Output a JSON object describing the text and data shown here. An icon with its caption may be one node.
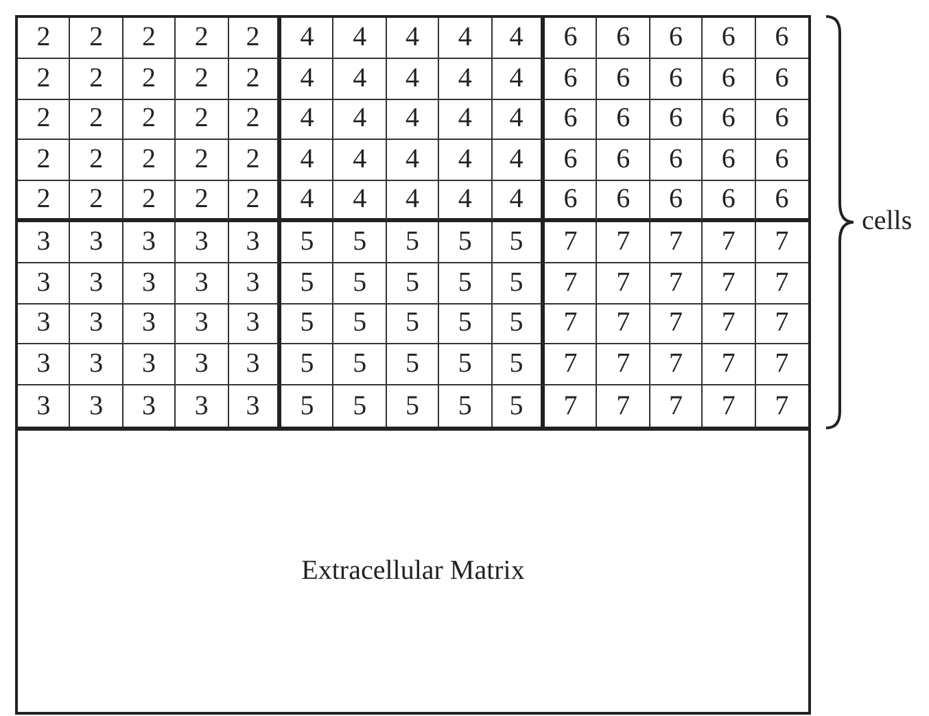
{
  "diagram": {
    "nodes": [
      {
        "text": [
          "Extracellular Matrix"
        ]
      }
    ],
    "labels": [
      "2",
      "2",
      "2",
      "2",
      "2",
      "4",
      "4",
      "4",
      "4",
      "4",
      "6",
      "6",
      "6",
      "6",
      "6",
      "2",
      "2",
      "2",
      "2",
      "2",
      "4",
      "4",
      "4",
      "4",
      "4",
      "6",
      "6",
      "6",
      "6",
      "6",
      "2",
      "2",
      "2",
      "2",
      "2",
      "4",
      "4",
      "4",
      "4",
      "4",
      "6",
      "6",
      "6",
      "6",
      "6",
      "2",
      "2",
      "2",
      "2",
      "2",
      "4",
      "4",
      "4",
      "4",
      "4",
      "6",
      "6",
      "6",
      "6",
      "6",
      "2",
      "2",
      "2",
      "2",
      "2",
      "4",
      "4",
      "4",
      "4",
      "4",
      "6",
      "6",
      "6",
      "6",
      "6",
      "3",
      "3",
      "3",
      "3",
      "3",
      "5",
      "5",
      "5",
      "5",
      "5",
      "7",
      "7",
      "7",
      "7",
      "7",
      "3",
      "3",
      "3",
      "3",
      "3",
      "5",
      "5",
      "5",
      "5",
      "5",
      "7",
      "7",
      "7",
      "7",
      "7",
      "3",
      "3",
      "3",
      "3",
      "3",
      "5",
      "5",
      "5",
      "5",
      "5",
      "7",
      "7",
      "7",
      "7",
      "7",
      "3",
      "3",
      "3",
      "3",
      "3",
      "5",
      "5",
      "5",
      "5",
      "5",
      "7",
      "7",
      "7",
      "7",
      "7",
      "3",
      "3",
      "3",
      "3",
      "3",
      "5",
      "5",
      "5",
      "5",
      "5",
      "7",
      "7",
      "7",
      "7",
      "7",
      "cells"
    ]
  }
}
